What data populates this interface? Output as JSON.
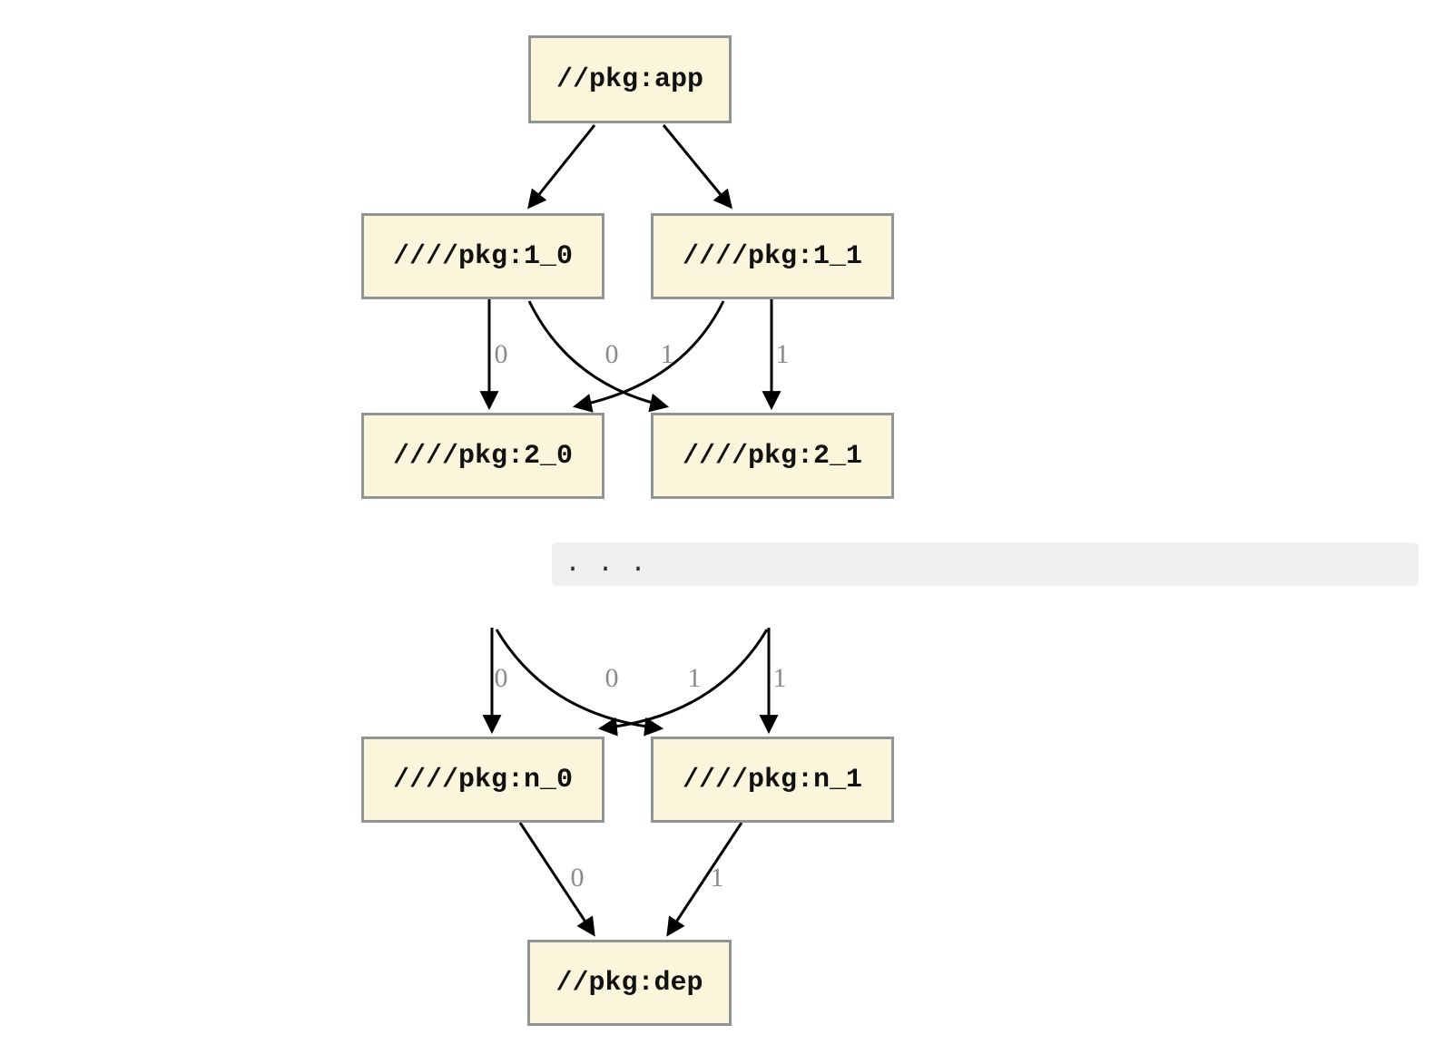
{
  "diagram": {
    "type": "dependency-graph",
    "nodes": {
      "app": "//pkg:app",
      "l1_0": "////pkg:1_0",
      "l1_1": "////pkg:1_1",
      "l2_0": "////pkg:2_0",
      "l2_1": "////pkg:2_1",
      "ln_0": "////pkg:n_0",
      "ln_1": "////pkg:n_1",
      "dep": "//pkg:dep"
    },
    "ellipsis_text": ". . .",
    "edges": [
      {
        "from": "//pkg:app",
        "to": "////pkg:1_0",
        "label": ""
      },
      {
        "from": "//pkg:app",
        "to": "////pkg:1_1",
        "label": ""
      },
      {
        "from": "////pkg:1_0",
        "to": "////pkg:2_0",
        "label": "0"
      },
      {
        "from": "////pkg:1_1",
        "to": "////pkg:2_0",
        "label": "0"
      },
      {
        "from": "////pkg:1_0",
        "to": "////pkg:2_1",
        "label": "1"
      },
      {
        "from": "////pkg:1_1",
        "to": "////pkg:2_1",
        "label": "1"
      },
      {
        "from": "...",
        "to": "////pkg:n_0",
        "label": "0"
      },
      {
        "from": "...",
        "to": "////pkg:n_0",
        "label": "0"
      },
      {
        "from": "...",
        "to": "////pkg:n_1",
        "label": "1"
      },
      {
        "from": "...",
        "to": "////pkg:n_1",
        "label": "1"
      },
      {
        "from": "////pkg:n_0",
        "to": "//pkg:dep",
        "label": "0"
      },
      {
        "from": "////pkg:n_1",
        "to": "//pkg:dep",
        "label": "1"
      }
    ],
    "colors": {
      "node_fill": "#FBF5DB",
      "node_border": "#8F9494",
      "edge": "#000000",
      "edge_label": "#8A8A8A",
      "ellipsis_background": "#F0F0F0",
      "ellipsis_text": "#2F2F2F",
      "background": "#FFFFFF"
    }
  }
}
